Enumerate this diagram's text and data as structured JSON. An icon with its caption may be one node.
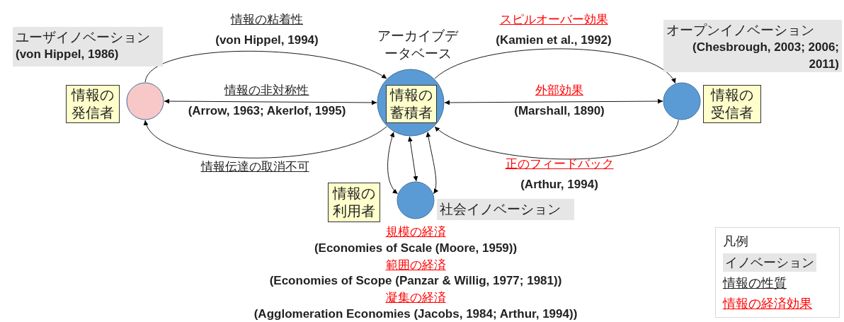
{
  "diagram": {
    "nodes": [
      {
        "text": [
          "ユーザイノベーション",
          "(von Hippel, 1986)"
        ]
      },
      {
        "text": [
          "情報の発信者"
        ]
      },
      {
        "text": [],
        "shape": "circle"
      },
      {
        "text": [],
        "shape": "circle",
        "beside": [
          "アーカイブデータベース"
        ]
      },
      {
        "text": [
          "情報の蓄積者"
        ],
        "in": 3
      },
      {
        "text": [
          "オープンイノベーション",
          "(Chesbrough, 2003; 2006; 2011)"
        ]
      },
      {
        "text": [],
        "shape": "circle"
      },
      {
        "text": [
          "情報の受信者"
        ]
      },
      {
        "text": [
          "情報の利用者"
        ]
      },
      {
        "text": [],
        "shape": "circle"
      },
      {
        "text": [
          "社会イノベーション"
        ]
      }
    ],
    "edges": [
      {
        "from": 2,
        "to": 3,
        "arrow": "to",
        "label": "情報の粘着性 **(von Hippel, 1994)**"
      },
      {
        "from": 2,
        "to": 3,
        "arrow": "both",
        "label": "情報の非対称性 **(Arrow, 1963; Akerlof, 1995)**"
      },
      {
        "from": 3,
        "to": 2,
        "arrow": "to",
        "label": "情報伝達の取消不可"
      },
      {
        "from": 3,
        "to": 6,
        "arrow": "to",
        "label": "スピルオーバー効果 **(Kamien et al., 1992)**"
      },
      {
        "from": 3,
        "to": 6,
        "arrow": "both",
        "label": "外部効果 **(Marshall, 1890)**"
      },
      {
        "from": 6,
        "to": 3,
        "arrow": "to",
        "label": "正のフィードバック **(Arthur, 1994)**"
      },
      {
        "from": 3,
        "to": 9,
        "arrow": "both"
      },
      {
        "from": 3,
        "to": 9,
        "arrow": "both"
      },
      {
        "from": 3,
        "to": 9,
        "arrow": "both"
      }
    ],
    "labels": [
      "規模の経済",
      "(Economies of Scale (Moore, 1959))",
      "範囲の経済",
      "(Economies of Scope (Panzar & Willig, 1977; 1981))",
      "凝集の経済",
      "(Agglomeration Economies (Jacobs, 1984; Arthur, 1994))",
      "凡例"
    ],
    "legend": [
      {
        "text": "イノベーション",
        "color": "#e6e6e6"
      },
      {
        "text": "情報の性質"
      },
      {
        "text": "情報の経済効果"
      }
    ]
  }
}
